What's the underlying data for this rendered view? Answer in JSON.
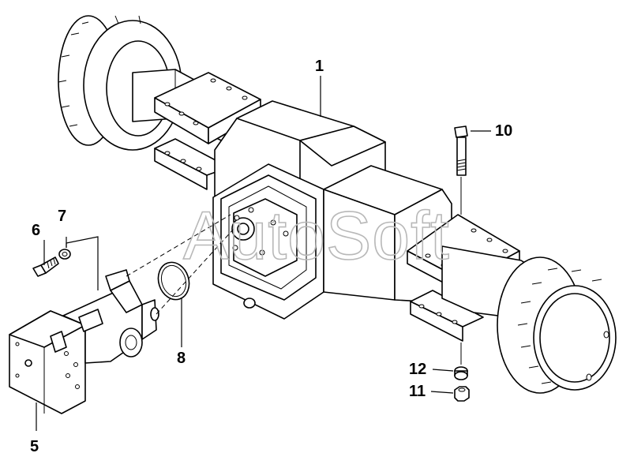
{
  "watermark": "AutoSoft",
  "callouts": [
    "1",
    "5",
    "6",
    "7",
    "8",
    "10",
    "11",
    "12"
  ]
}
